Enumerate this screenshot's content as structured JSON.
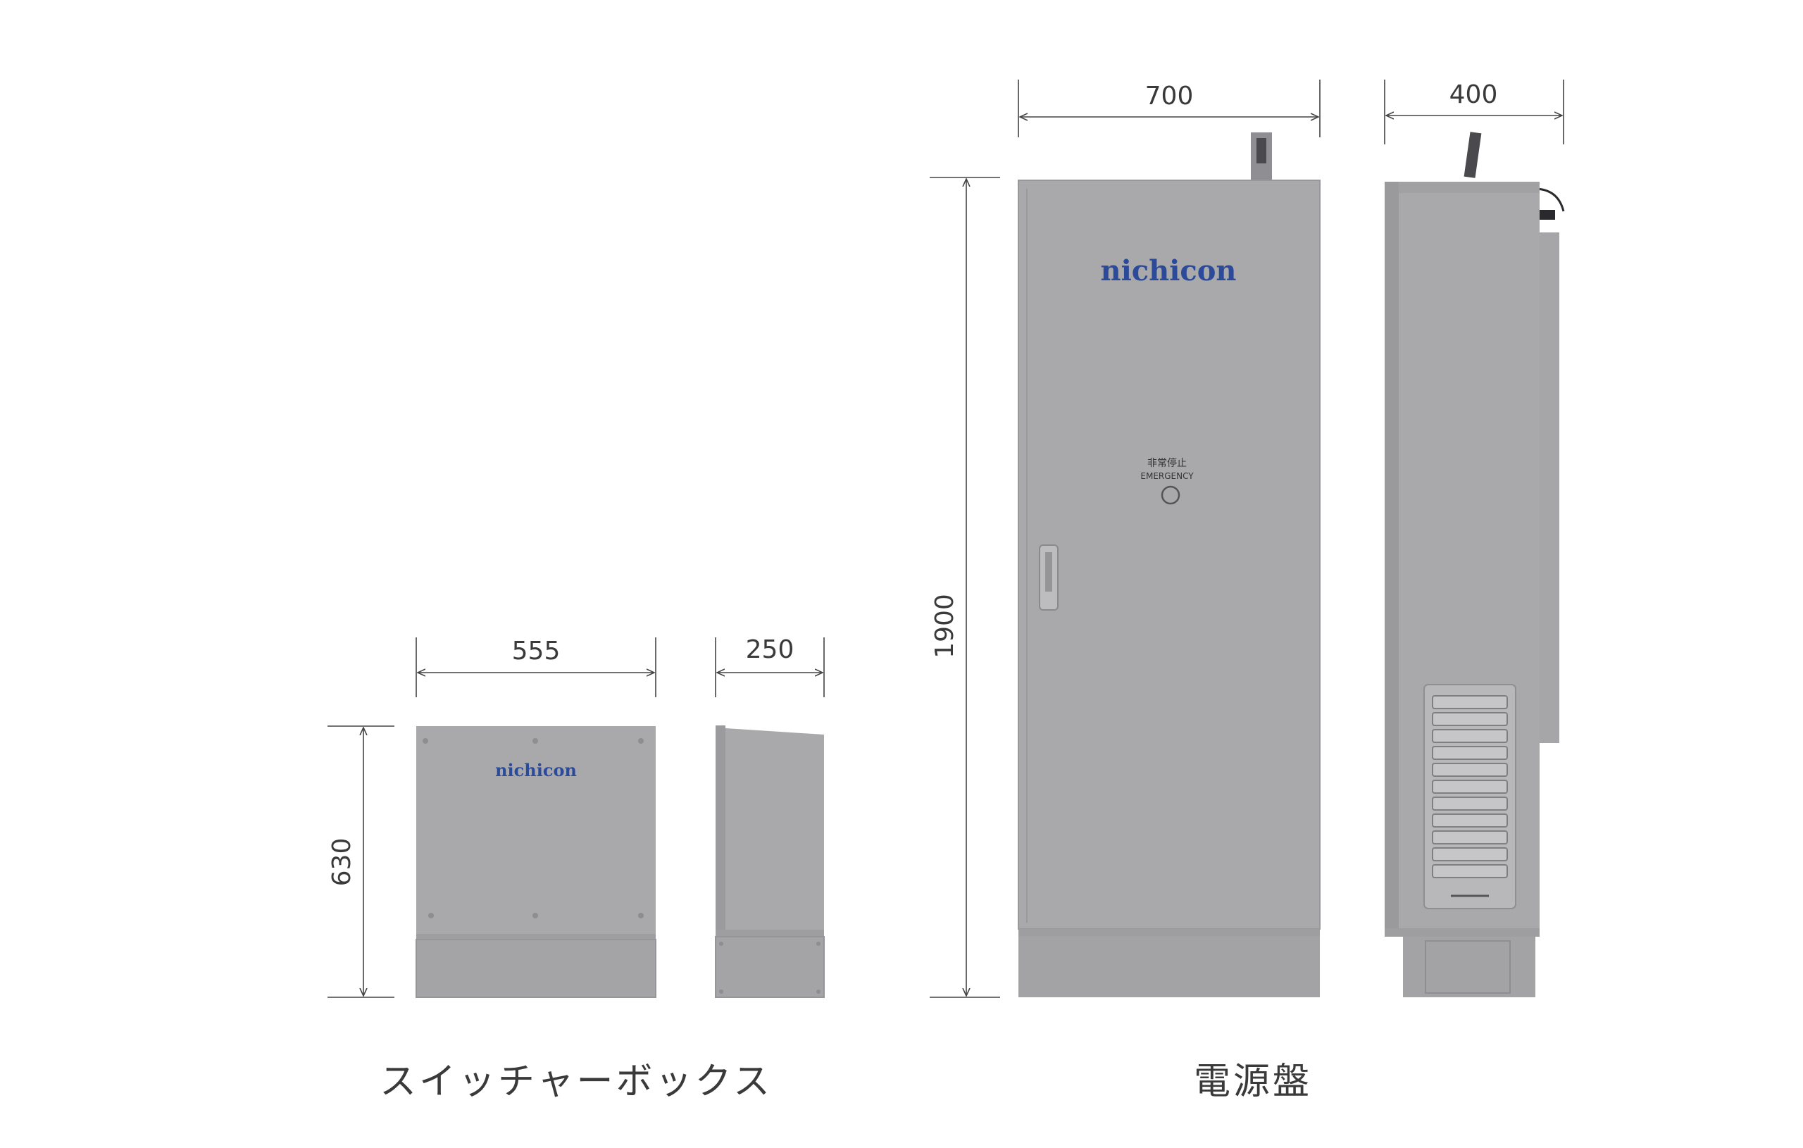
{
  "colors": {
    "body": "#a9a9ab",
    "body_dark": "#9d9da0",
    "base": "#a3a3a6",
    "logo": "#2b4a9a",
    "line": "#444444"
  },
  "switcher_box": {
    "caption": "スイッチャーボックス",
    "width_label": "555",
    "depth_label": "250",
    "height_label": "630",
    "logo": "nichicon"
  },
  "power_panel": {
    "caption": "電源盤",
    "width_label": "700",
    "depth_label": "400",
    "height_label": "1900",
    "logo": "nichicon",
    "emergency_jp": "非常停止",
    "emergency_en": "EMERGENCY"
  }
}
